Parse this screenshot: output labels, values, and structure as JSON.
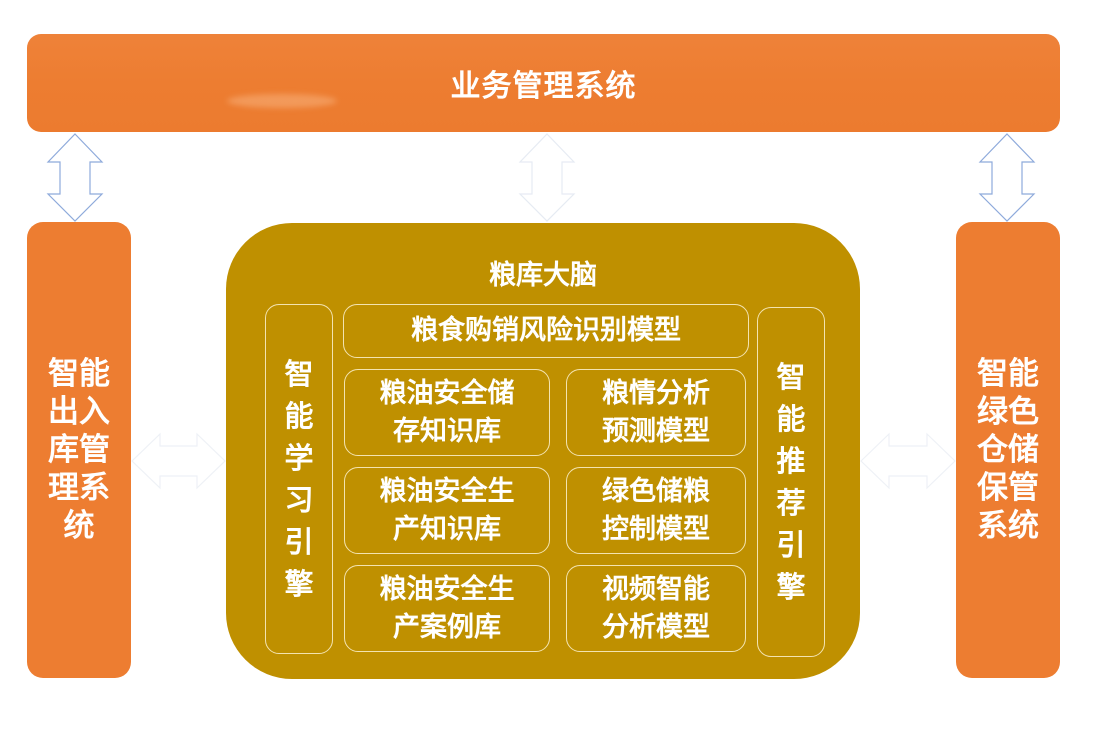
{
  "colors": {
    "orange": "#ed7d31",
    "gold": "#bf9000",
    "cell_border": "#f3e3b0",
    "arrow_stroke": "#8eaadb",
    "arrow_faint": "#e6ebf3"
  },
  "top_bar": {
    "label": "业务管理系统"
  },
  "left_system": {
    "label": "智能出入库管理系统"
  },
  "right_system": {
    "label": "智能绿色仓储保管系统"
  },
  "brain": {
    "title": "粮库大脑",
    "left_engine": "智能学习引擎",
    "right_engine": "智能推荐引擎",
    "top_model": "粮食购销风险识别模型",
    "grid": [
      {
        "line1": "粮油安全储",
        "line2": "存知识库"
      },
      {
        "line1": "粮情分析",
        "line2": "预测模型"
      },
      {
        "line1": "粮油安全生",
        "line2": "产知识库"
      },
      {
        "line1": "绿色储粮",
        "line2": "控制模型"
      },
      {
        "line1": "粮油安全生",
        "line2": "产案例库"
      },
      {
        "line1": "视频智能",
        "line2": "分析模型"
      }
    ]
  },
  "arrows": [
    {
      "id": "top-left",
      "type": "double-vertical"
    },
    {
      "id": "top-center",
      "type": "double-vertical"
    },
    {
      "id": "top-right",
      "type": "double-vertical"
    },
    {
      "id": "left-brain",
      "type": "double-horizontal"
    },
    {
      "id": "brain-right",
      "type": "double-horizontal"
    }
  ]
}
